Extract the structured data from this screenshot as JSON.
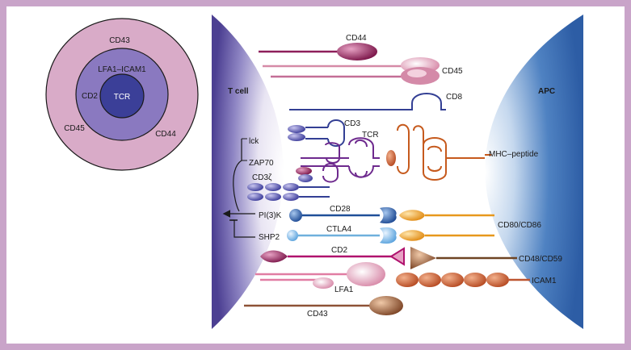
{
  "inset": {
    "outer_label": "CD43",
    "ring_label": "LFA1–ICAM1",
    "left_label": "CD2",
    "center_label": "TCR",
    "bottom_left_label": "CD45",
    "bottom_right_label": "CD44"
  },
  "cells": {
    "t_cell": "T cell",
    "apc": "APC"
  },
  "molecules": {
    "cd44": "CD44",
    "cd45": "CD45",
    "cd8": "CD8",
    "cd3": "CD3",
    "tcr": "TCR",
    "mhc_peptide": "MHC–peptide",
    "lck": "lck",
    "zap70": "ZAP70",
    "cd3zeta": "CD3ζ",
    "pi3k": "PI(3)K",
    "cd28": "CD28",
    "cd80_cd86": "CD80/CD86",
    "shp2": "SHP2",
    "ctla4": "CTLA4",
    "cd2": "CD2",
    "cd48_cd59": "CD48/CD59",
    "lfa1": "LFA1",
    "icam1": "ICAM1",
    "cd43": "CD43"
  },
  "colors": {
    "frame": "#c9a4c9",
    "panel": "#ffffff",
    "inset_outer": "#d9abc8",
    "inset_ring": "#8a79c0",
    "inset_center": "#3b3f98",
    "t_cell": "#5a4c9e",
    "apc": "#3f73b8",
    "cd44": "#8e1f5a",
    "cd45": "#d58aa7",
    "cd3_tcr": "#6e2a8e",
    "mhc": "#c65a1d",
    "cd28": "#1f4f98",
    "ctla4": "#6fb0dd",
    "b7": "#e7981d",
    "cd2": "#b0126e",
    "cd48": "#6e4423",
    "lfa1": "#e17da3",
    "icam1": "#bd5530",
    "cd43": "#8e5236"
  }
}
